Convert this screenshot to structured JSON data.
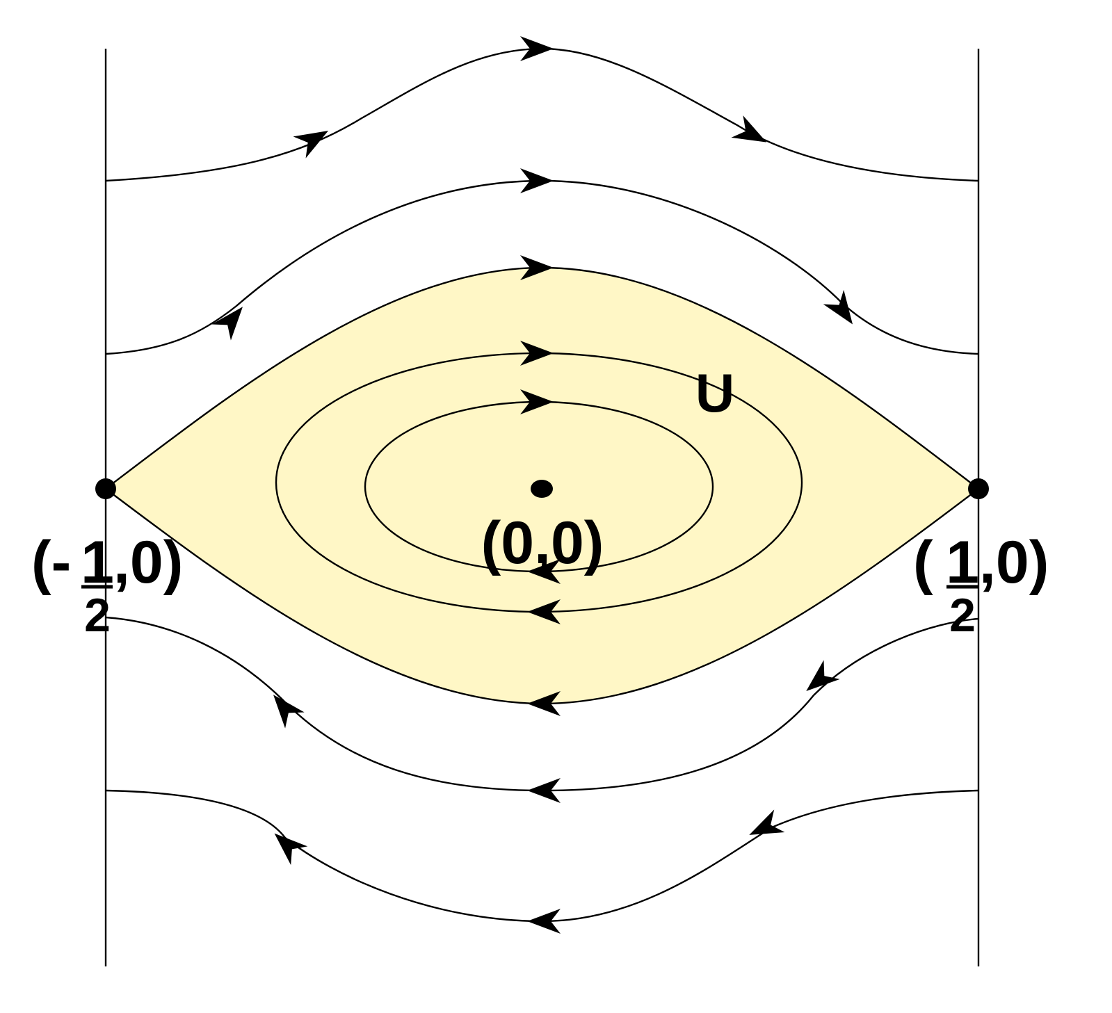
{
  "labels": {
    "region": "U",
    "origin": "(0,0)",
    "left_open": "(-",
    "left_num": "1",
    "left_den": "2",
    "left_close": ",0)",
    "right_open": "(",
    "right_num": "1",
    "right_den": "2",
    "right_close": ",0)"
  },
  "colors": {
    "region_fill": "#FFF7C6",
    "stroke": "#000000"
  }
}
